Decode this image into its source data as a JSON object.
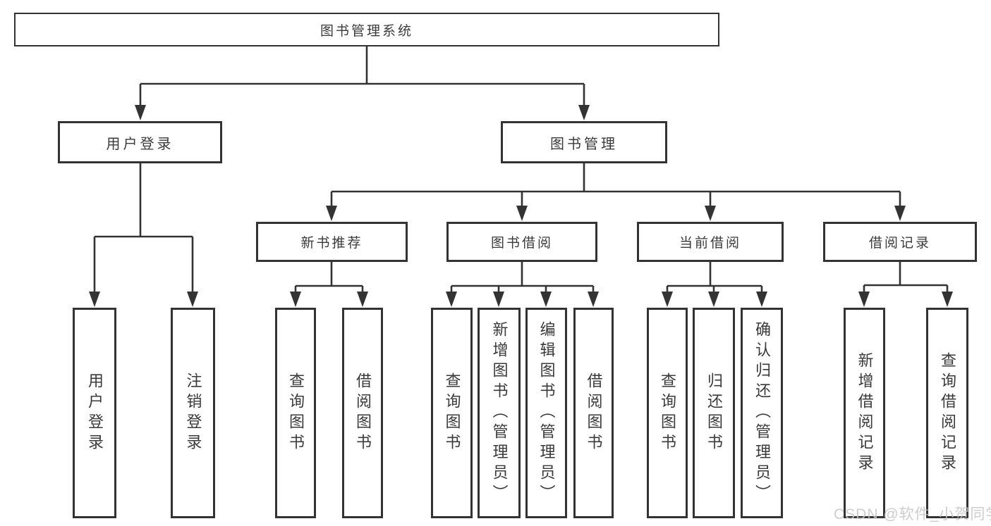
{
  "diagram": {
    "title": "图书管理系统",
    "tree": {
      "label": "图书管理系统",
      "children": [
        {
          "label": "用户登录",
          "children": [
            {
              "label": "用户登录"
            },
            {
              "label": "注销登录"
            }
          ]
        },
        {
          "label": "图书管理",
          "children": [
            {
              "label": "新书推荐",
              "children": [
                {
                  "label": "查询图书"
                },
                {
                  "label": "借阅图书"
                }
              ]
            },
            {
              "label": "图书借阅",
              "children": [
                {
                  "label": "查询图书"
                },
                {
                  "label": "新增图书（管理员）"
                },
                {
                  "label": "编辑图书（管理员）"
                },
                {
                  "label": "借阅图书"
                }
              ]
            },
            {
              "label": "当前借阅",
              "children": [
                {
                  "label": "查询图书"
                },
                {
                  "label": "归还图书"
                },
                {
                  "label": "确认归还（管理员）"
                }
              ]
            },
            {
              "label": "借阅记录",
              "children": [
                {
                  "label": "新增借阅记录"
                },
                {
                  "label": "查询借阅记录"
                }
              ]
            }
          ]
        }
      ]
    },
    "watermark": "CSDN @软件_小贺同学",
    "colors": {
      "line": "#333333",
      "text": "#3a3a3a",
      "background": "#ffffff",
      "watermark": "#c6c6c6"
    }
  }
}
